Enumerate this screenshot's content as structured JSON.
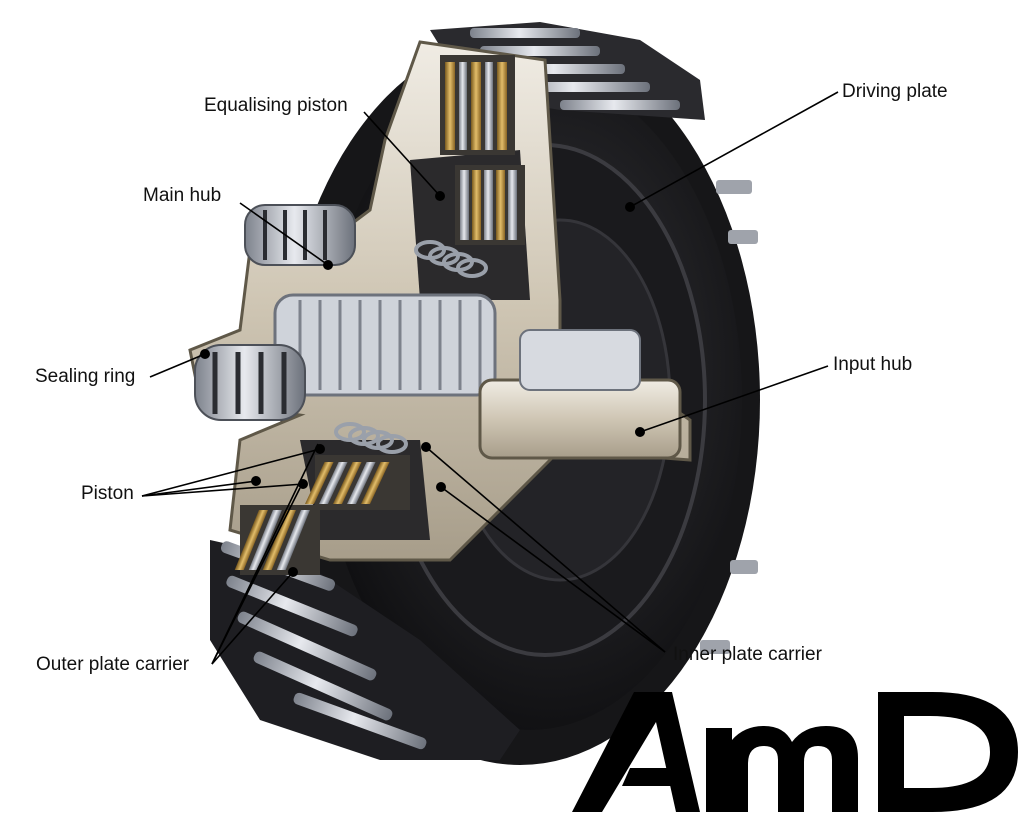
{
  "diagram": {
    "labels": {
      "equalising_piston": "Equalising piston",
      "main_hub": "Main hub",
      "sealing_ring": "Sealing ring",
      "piston": "Piston",
      "outer_plate_carrier": "Outer plate carrier",
      "driving_plate": "Driving plate",
      "input_hub": "Input hub",
      "inner_plate_carrier": "Inner plate carrier"
    },
    "logo_text": "AMD"
  },
  "colors": {
    "label_text": "#111111",
    "leader_line": "#000000",
    "metal_cut": "#d9cfbd",
    "dark_housing": "#1c1c1e",
    "friction_plate": "#b8923e",
    "steel_plate": "#c9ccd2",
    "logo": "#000000"
  }
}
